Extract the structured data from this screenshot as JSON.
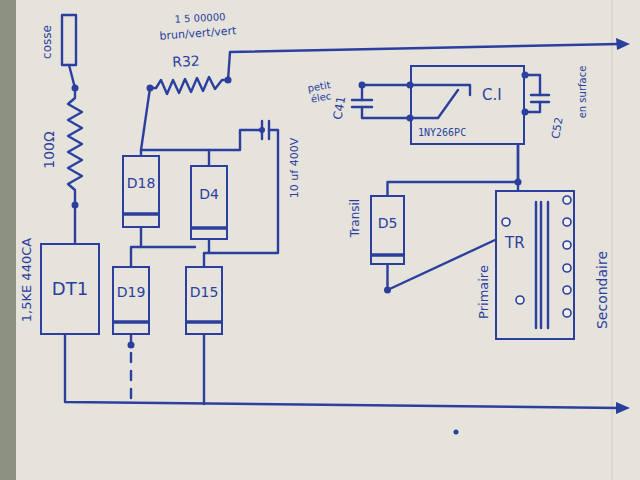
{
  "diagram": {
    "nodes": [
      {
        "text": [
          "DT1"
        ]
      },
      {
        "text": [
          "D18"
        ]
      },
      {
        "text": [
          "D4"
        ]
      },
      {
        "text": [
          "D19"
        ]
      },
      {
        "text": [
          "D15"
        ]
      },
      {
        "text": [
          "C.I",
          "1NY266PC"
        ]
      },
      {
        "text": [
          "D5"
        ]
      },
      {
        "text": [
          "TR"
        ]
      }
    ],
    "edges": [
      {
        "from": 1,
        "to": 3,
        "arrow": "none"
      },
      {
        "from": 2,
        "to": 4,
        "arrow": "none"
      },
      {
        "from": 1,
        "to": 2,
        "arrow": "none"
      },
      {
        "from": 5,
        "to": 6,
        "arrow": "none"
      },
      {
        "from": 5,
        "to": 7,
        "arrow": "none"
      },
      {
        "from": 6,
        "to": 7,
        "arrow": "none"
      }
    ],
    "labels": [
      "cosse",
      "100Ω",
      "1,5KE 440CA",
      "1 5 00000",
      "brun/vert/vert",
      "R32",
      "petit élec",
      "C41",
      "C52",
      "en surface",
      "10 uf 400V",
      "Transil",
      "Primaire",
      "Secondaire"
    ]
  }
}
